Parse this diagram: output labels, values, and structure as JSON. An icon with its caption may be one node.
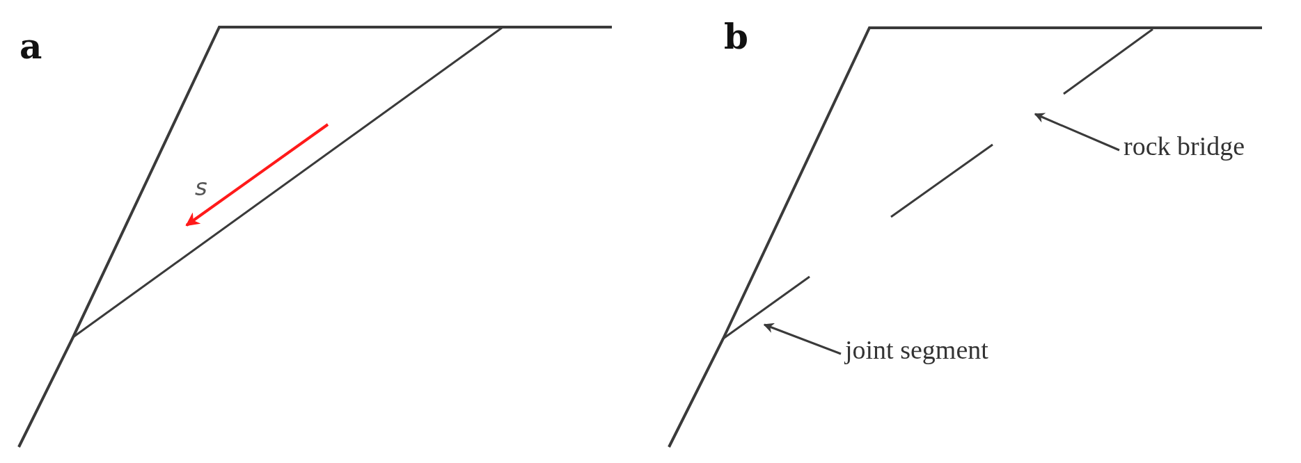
{
  "diagram": {
    "nodes": [
      {
        "text": [
          "rock bridge"
        ]
      },
      {
        "text": [
          "joint segment"
        ]
      },
      {
        "text": [],
        "shape": "line"
      }
    ],
    "edges": [
      {
        "from": 0,
        "to": null,
        "arrow": "to"
      },
      {
        "from": 1,
        "to": 2,
        "arrow": "to"
      }
    ],
    "labels": [
      "a",
      "s",
      "b"
    ]
  }
}
